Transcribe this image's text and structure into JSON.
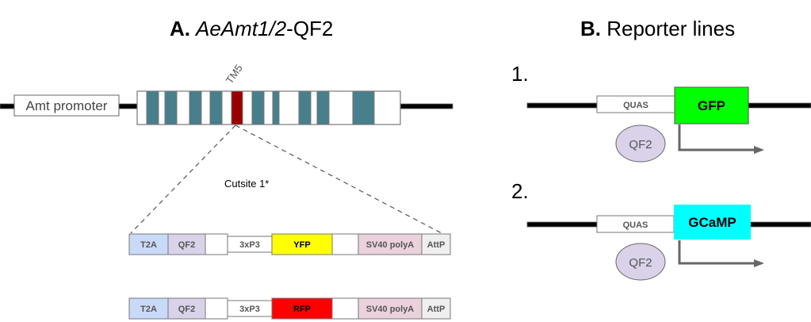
{
  "panel_a": {
    "title_prefix": "A.",
    "title_italic": "AeAmt1/2",
    "title_suffix": "-QF2",
    "promoter_label": "Amt promoter",
    "tm_label": "TM5",
    "cutsite_label": "Cutsite 1*",
    "exon_color": "#477f8c",
    "tm5_color": "#990000",
    "constructs": [
      {
        "segments": [
          {
            "label": "T2A",
            "color": "#c9daf8"
          },
          {
            "label": "QF2",
            "color": "#d9d2e9"
          },
          {
            "label": "",
            "color": "#ffffff"
          },
          {
            "label": "3xP3",
            "color": "#ffffff"
          },
          {
            "label": "YFP",
            "color": "#ffff00"
          },
          {
            "label": "",
            "color": "#ffffff"
          },
          {
            "label": "SV40 polyA",
            "color": "#ead1dc"
          },
          {
            "label": "AttP",
            "color": "#efefef"
          }
        ]
      },
      {
        "segments": [
          {
            "label": "T2A",
            "color": "#c9daf8"
          },
          {
            "label": "QF2",
            "color": "#d9d2e9"
          },
          {
            "label": "",
            "color": "#ffffff"
          },
          {
            "label": "3xP3",
            "color": "#ffffff"
          },
          {
            "label": "RFP",
            "color": "#ff0000"
          },
          {
            "label": "",
            "color": "#ffffff"
          },
          {
            "label": "SV40 polyA",
            "color": "#ead1dc"
          },
          {
            "label": "AttP",
            "color": "#efefef"
          }
        ]
      }
    ]
  },
  "panel_b": {
    "title_prefix": "B.",
    "title_rest": " Reporter lines",
    "lines": [
      {
        "number": "1.",
        "quas_label": "QUAS",
        "reporter_label": "GFP",
        "reporter_color": "#00ff00",
        "activator_label": "QF2"
      },
      {
        "number": "2.",
        "quas_label": "QUAS",
        "reporter_label": "GCaMP",
        "reporter_color": "#00ffff",
        "activator_label": "QF2"
      }
    ]
  }
}
